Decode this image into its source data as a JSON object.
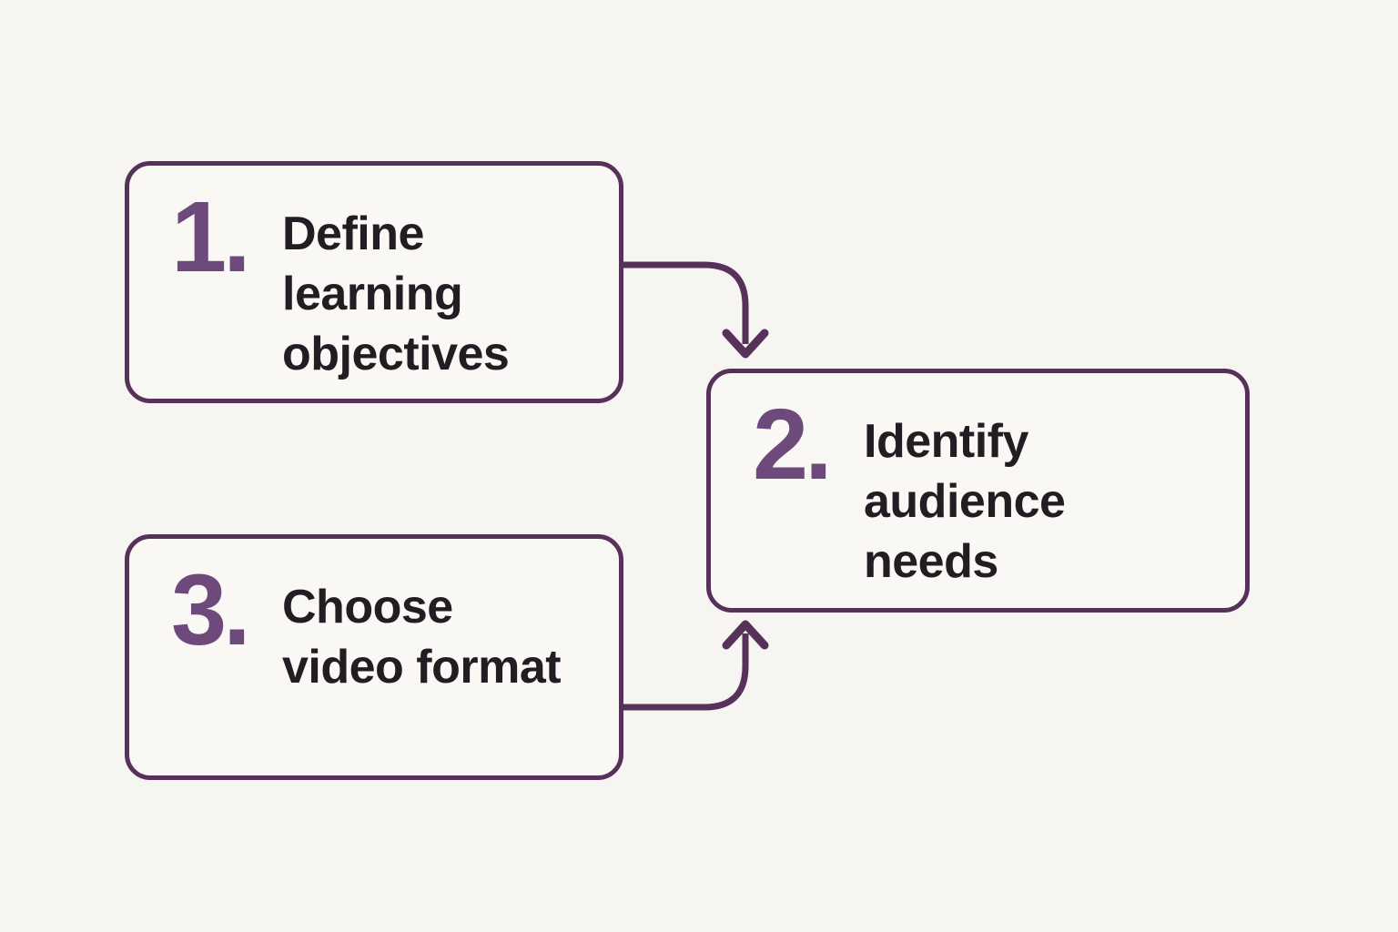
{
  "page": {
    "background_color": "#f7f5f1",
    "box_fill_color": "#faf8f4",
    "box_border_color": "#56315a",
    "number_color": "#6d4a7b",
    "label_color": "#211d23",
    "arrow_color": "#56315a"
  },
  "steps": [
    {
      "number": "1.",
      "label": "Define learning objectives"
    },
    {
      "number": "2.",
      "label": "Identify audience needs"
    },
    {
      "number": "3.",
      "label": "Choose video format"
    }
  ],
  "connections": [
    {
      "from": "step-1",
      "to": "step-2",
      "direction": "down"
    },
    {
      "from": "step-3",
      "to": "step-2",
      "direction": "up"
    }
  ]
}
